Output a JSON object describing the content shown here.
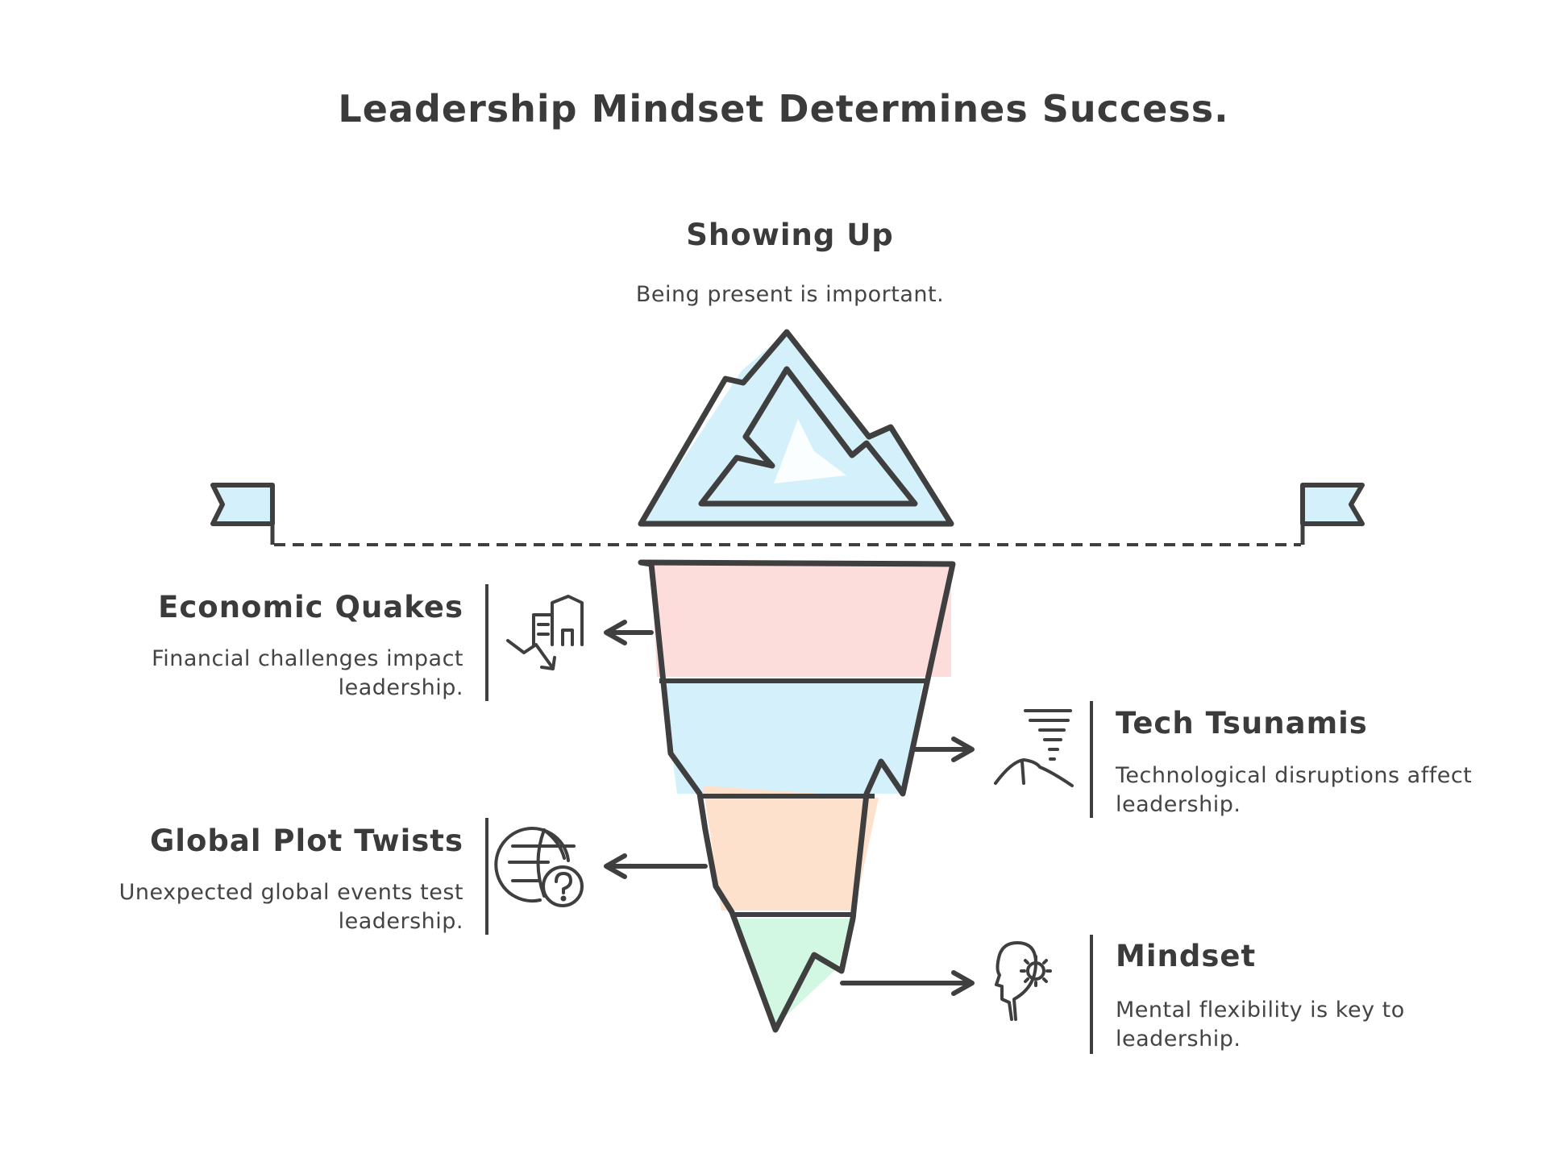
{
  "title": "Leadership Mindset Determines Success.",
  "top": {
    "heading": "Showing Up",
    "description": "Being present is important."
  },
  "layers": [
    {
      "heading": "Economic Quakes",
      "description": "Financial challenges impact leadership.",
      "icon": "building-downtrend-icon",
      "color": "#fddcdc"
    },
    {
      "heading": "Tech Tsunamis",
      "description": "Technological disruptions affect leadership.",
      "icon": "tornado-icon",
      "color": "#d4f1fb"
    },
    {
      "heading": "Global Plot Twists",
      "description": "Unexpected global events test leadership.",
      "icon": "globe-question-icon",
      "color": "#fde1cc"
    },
    {
      "heading": "Mindset",
      "description": "Mental flexibility is key to leadership.",
      "icon": "head-gear-icon",
      "color": "#d2f7e3"
    }
  ],
  "colors": {
    "outline": "#3f3f3f",
    "tip_fill": "#d4f1fb"
  }
}
